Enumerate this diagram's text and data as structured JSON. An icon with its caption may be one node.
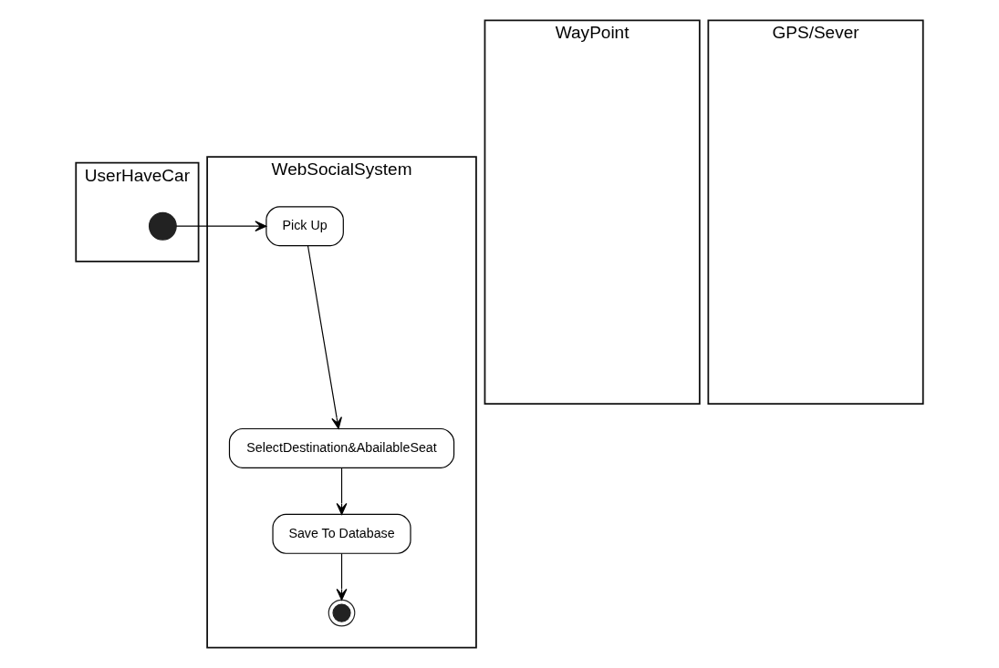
{
  "diagram": {
    "nodes": [
      {
        "text": [
          "UserHaveCar"
        ]
      },
      {
        "text": [
          "WebSocialSystem"
        ]
      },
      {
        "text": [
          "WayPoint"
        ]
      },
      {
        "text": [
          "GPS/Sever"
        ]
      },
      {
        "text": [],
        "shape": "circle",
        "in": 0
      },
      {
        "text": [
          "Pick Up"
        ],
        "in": 1
      },
      {
        "text": [
          "SelectDestination&AbailableSeat"
        ],
        "in": 1
      },
      {
        "text": [
          "Save To Database"
        ],
        "in": 1
      },
      {
        "text": [],
        "shape": "bullseye",
        "in": 1
      }
    ],
    "edges": [
      {
        "from": 4,
        "to": 5,
        "arrow": "to"
      },
      {
        "from": 5,
        "to": 6,
        "arrow": "to"
      },
      {
        "from": 6,
        "to": 7,
        "arrow": "to"
      },
      {
        "from": 7,
        "to": 8,
        "arrow": "to"
      }
    ]
  }
}
